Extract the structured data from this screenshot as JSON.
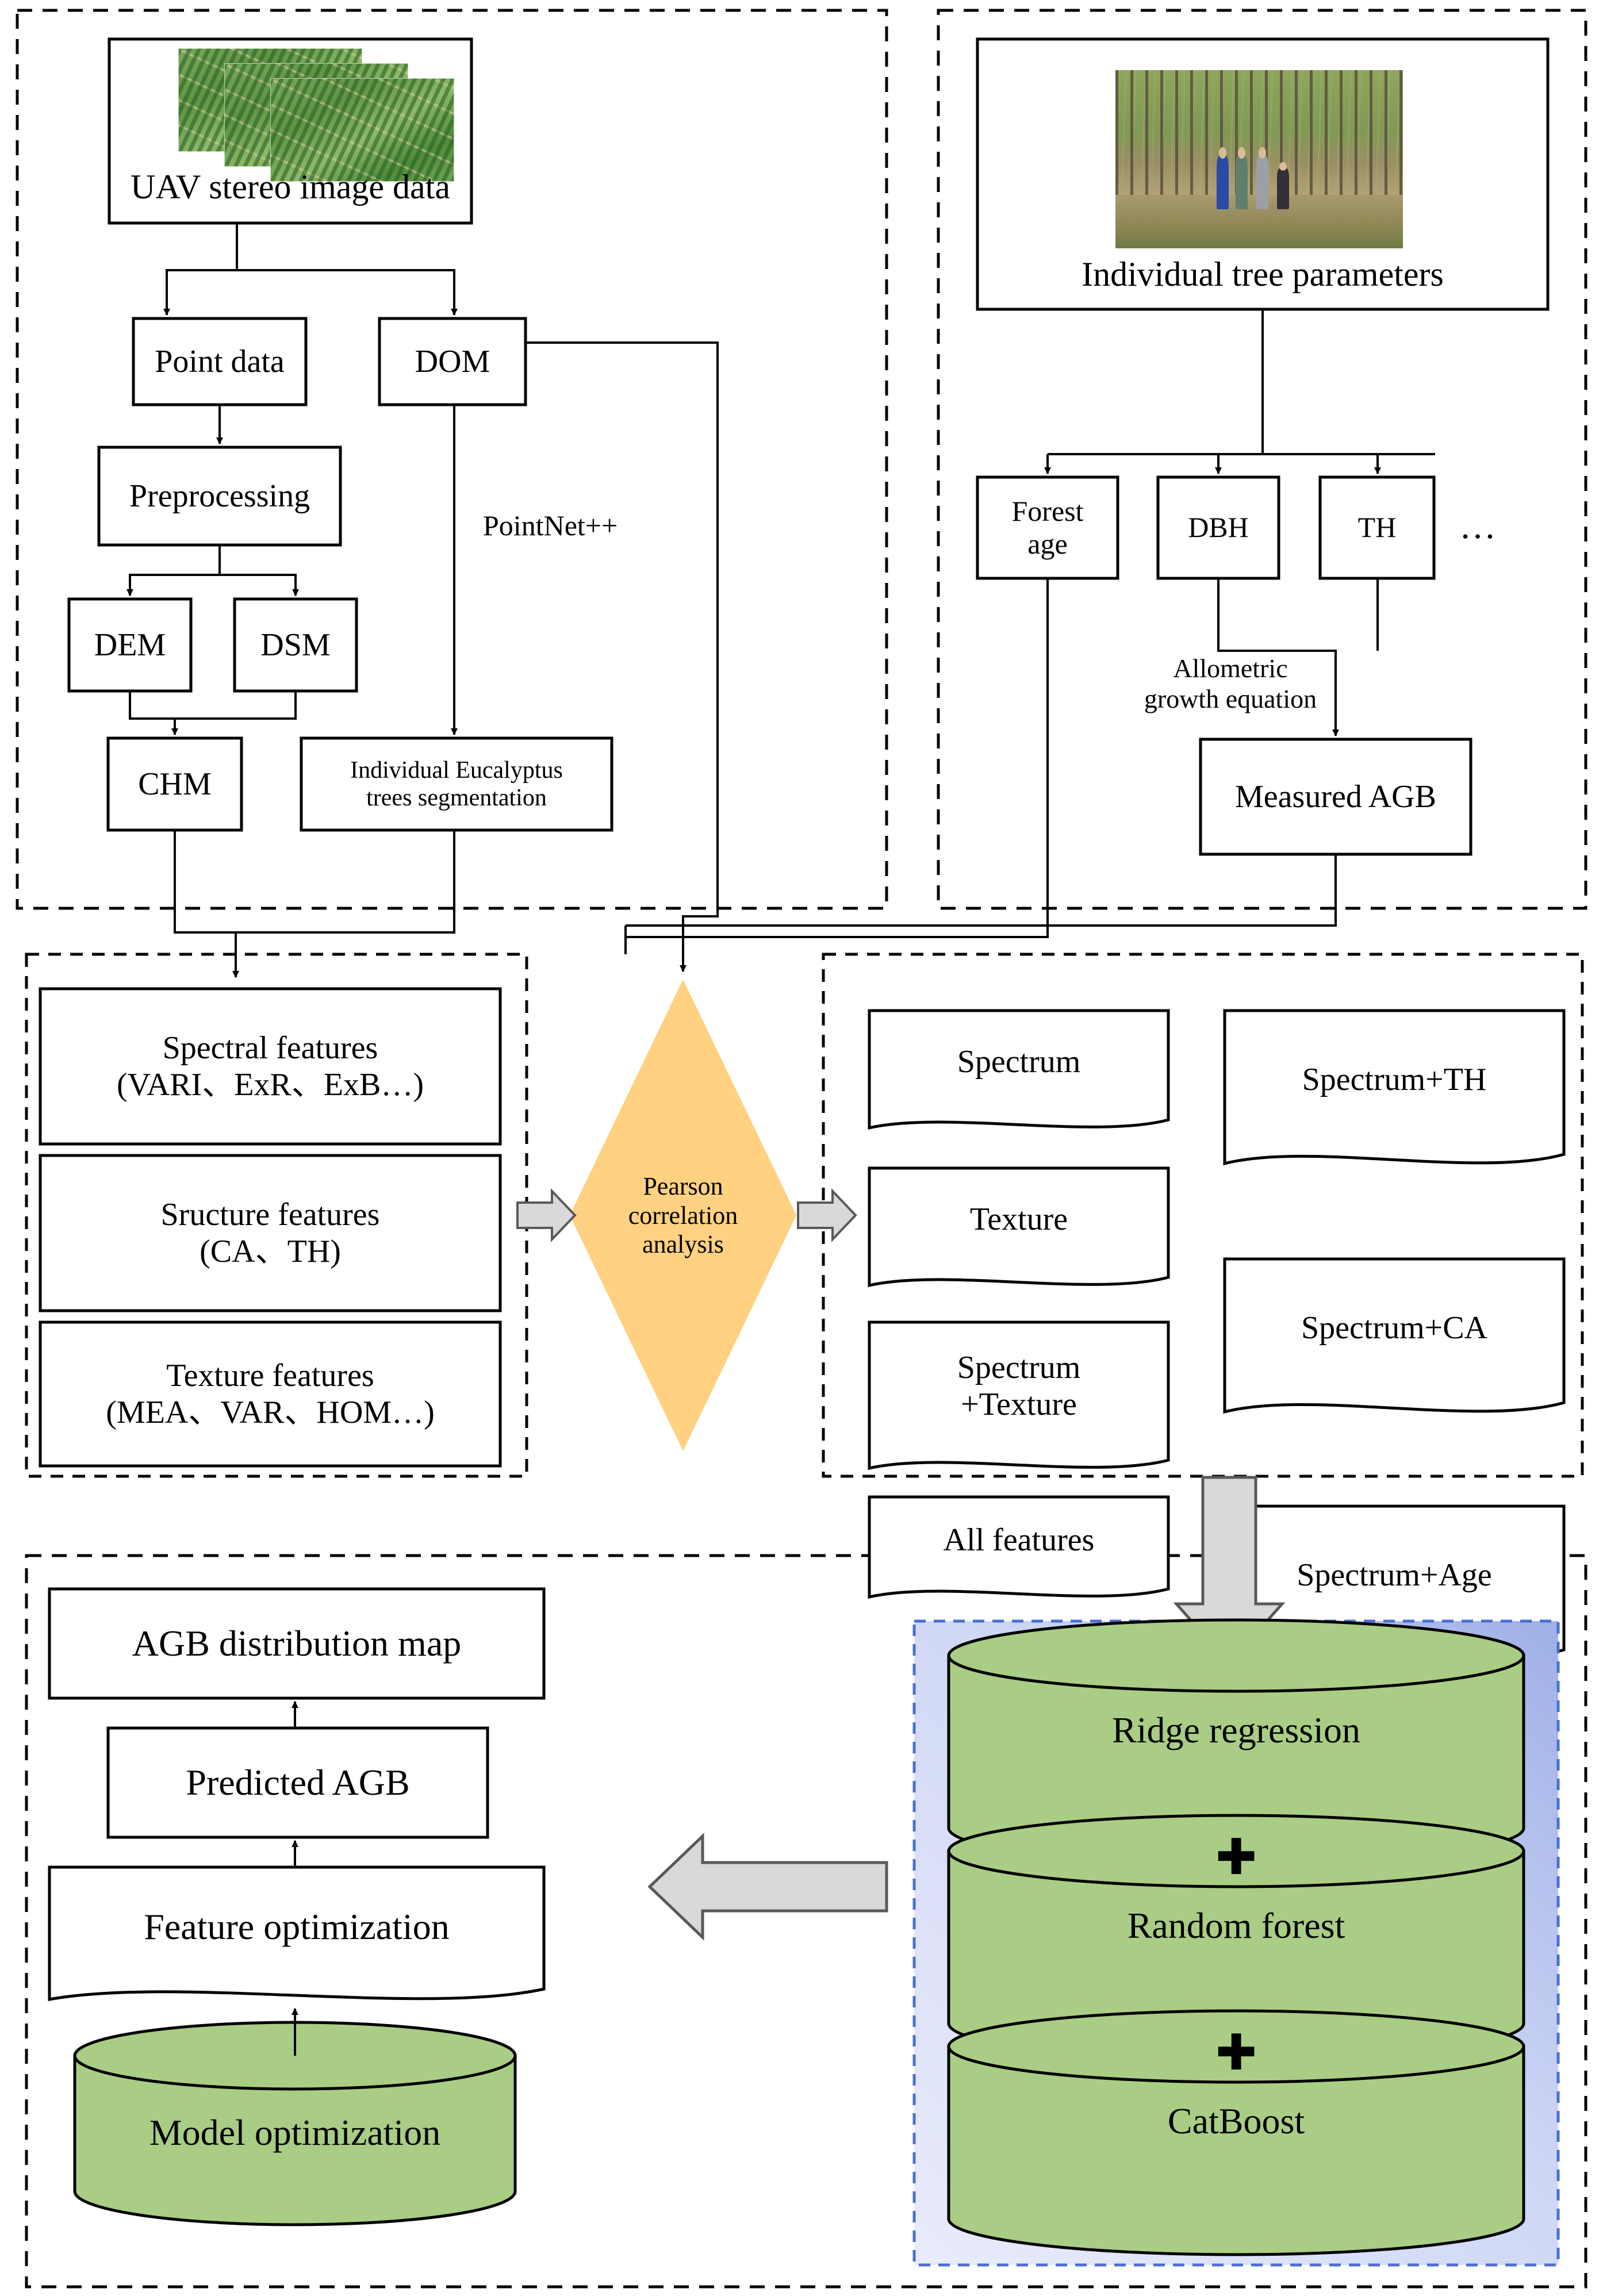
{
  "figure": {
    "type": "flowchart",
    "title_text": "",
    "panels": [
      {
        "id": "data-acquisition-left",
        "style": "dashed-border"
      },
      {
        "id": "field-measurement-right",
        "style": "dashed-border"
      },
      {
        "id": "feature-extraction",
        "style": "dashed-border"
      },
      {
        "id": "feature-combination",
        "style": "dashed-border"
      },
      {
        "id": "modeling-and-output",
        "style": "dashed-border"
      }
    ]
  },
  "uav": {
    "source_box": "UAV stereo image data",
    "photo_caption_icon": "aerial-orchard-photo",
    "point_data": "Point data",
    "dom": "DOM",
    "preprocessing": "Preprocessing",
    "dem": "DEM",
    "dsm": "DSM",
    "chm": "CHM",
    "segmentation": "Individual Eucalyptus\ntrees segmentation",
    "pointnet_label": "PointNet++"
  },
  "field": {
    "source_box": "Individual tree parameters",
    "photo_caption_icon": "eucalyptus-field-survey-photo",
    "forest_age": "Forest\nage",
    "dbh": "DBH",
    "th": "TH",
    "ellipsis": "…",
    "allometric_label": "Allometric\ngrowth equation",
    "measured_agb": "Measured AGB"
  },
  "features": {
    "spectral": "Spectral features\n(VARI、ExR、ExB…)",
    "structure": "Sructure features\n(CA、TH)",
    "texture": "Texture features\n(MEA、VAR、HOM…)"
  },
  "analysis": {
    "diamond": "Pearson\ncorrelation\nanalysis",
    "diamond_fill": "#FFD180"
  },
  "combinations": {
    "left_column": [
      "Spectrum",
      "Texture",
      "Spectrum\n+Texture",
      "All features"
    ],
    "right_column": [
      "Spectrum+TH",
      "Spectrum+CA",
      "Spectrum+Age"
    ]
  },
  "models": {
    "panel_fill_from": "#c3cdf2",
    "panel_fill_to": "#e8ecfb",
    "panel_border": "#4a6fd4",
    "cylinder_fill": "#a9cd84",
    "items": [
      "Ridge regression",
      "Random forest",
      "CatBoost"
    ],
    "operator": "✚"
  },
  "output": {
    "agb_map": "AGB distribution map",
    "predicted_agb": "Predicted AGB",
    "feature_optimization": "Feature optimization",
    "model_optimization": "Model optimization",
    "model_optimization_fill": "#a9cd84"
  },
  "arrows": {
    "block_arrow_fill": "#d9d9d9",
    "block_arrow_stroke": "#595959",
    "names": [
      "features-to-pearson",
      "pearson-to-combinations",
      "combinations-to-models",
      "models-to-output"
    ]
  }
}
